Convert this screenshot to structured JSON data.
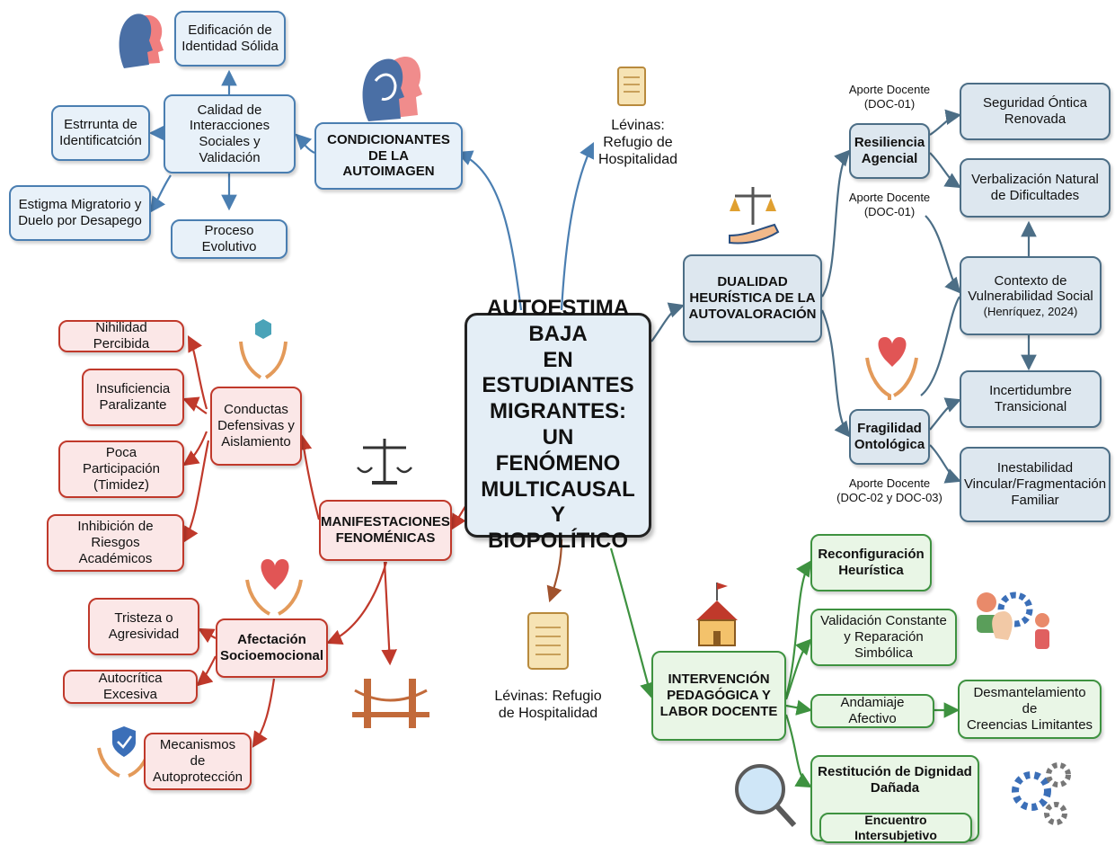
{
  "center": "AUTOESTIMA BAJA\nEN ESTUDIANTES\nMIGRANTES: UN\nFENÓMENO\nMULTICAUSAL Y\nBIOPOLÍTICO",
  "condicionantes": {
    "title": "CONDICIONANTES\nDE LA AUTOIMAGEN",
    "calidad": "Calidad de\nInteracciones\nSociales y Validación",
    "edificacion": "Edificación de\nIdentidad Sólida",
    "estrunta": "Estrrunta de\nIdentificatción",
    "estigma": "Estigma Migratorio y\nDuelo por Desapego",
    "proceso": "Proceso Evolutivo"
  },
  "levinas_top": "Lévinas:\nRefugio de\nHospitalidad",
  "levinas_bottom": "Lévinas: Refugio\nde Hospitalidad",
  "dualidad": {
    "title": "DUALIDAD\nHEURÍSTICA DE LA\nAUTOVALORACIÓN",
    "resiliencia": "Resiliencia\nAgencial",
    "fragilidad": "Fragilidad\nOntológica",
    "aporte1": "Aporte Docente\n(DOC-01)",
    "aporte2": "Aporte Docente\n(DOC-01)",
    "aporte3": "Aporte Docente\n(DOC-02 y DOC-03)",
    "seguridad": "Seguridad Óntica\nRenovada",
    "verbalizacion": "Verbalización Natural\nde Dificultades",
    "contexto_a": "Contexto de\nVulnerabilidad Social",
    "contexto_b": "(Henríquez, 2024)",
    "incertidumbre": "Incertidumbre\nTransicional",
    "inestabilidad": "Inestabilidad\nVincular/Fragmentación\nFamiliar"
  },
  "manifestaciones": {
    "title": "MANIFESTACIONES\nFENOMÉNICAS",
    "conductas": "Conductas\nDefensivas y\nAislamiento",
    "nihilidad": "Nihilidad Percibida",
    "insuficiencia": "Insuficiencia\nParalizante",
    "poca": "Poca Participación\n(Timidez)",
    "inhibicion": "Inhibición de Riesgos\nAcadémicos",
    "afectacion": "Afectación\nSocioemocional",
    "tristeza": "Tristeza o\nAgresividad",
    "autocritica": "Autocrítica Excesiva",
    "mecanismos": "Mecanismos de\nAutoprotección"
  },
  "intervencion": {
    "title": "INTERVENCIÓN\nPEDAGÓGICA Y\nLABOR DOCENTE",
    "reconfiguracion": "Reconfiguración\nHeurística",
    "validacion": "Validación Constante\ny Reparación Simbólica",
    "andamiaje": "Andamiaje Afectivo",
    "desmantelamiento": "Desmantelamiento de\nCreencias Limitantes",
    "restitucion": "Restitución de Dignidad\nDañada",
    "encuentro": "Encuentro Intersubjetivo"
  },
  "colors": {
    "blue": "#4a7eb1",
    "red": "#c0392b",
    "green": "#3e9240",
    "slate": "#4c6e86",
    "brown": "#a0522d"
  },
  "icons": [
    "heads-profile-icon",
    "scroll-icon",
    "scales-hand-icon",
    "heart-hands-icon",
    "cube-hands-icon",
    "scales-icon",
    "bridge-icon",
    "shield-hands-icon",
    "school-icon",
    "people-gear-icon",
    "magnifier-icon",
    "gears-icon"
  ]
}
